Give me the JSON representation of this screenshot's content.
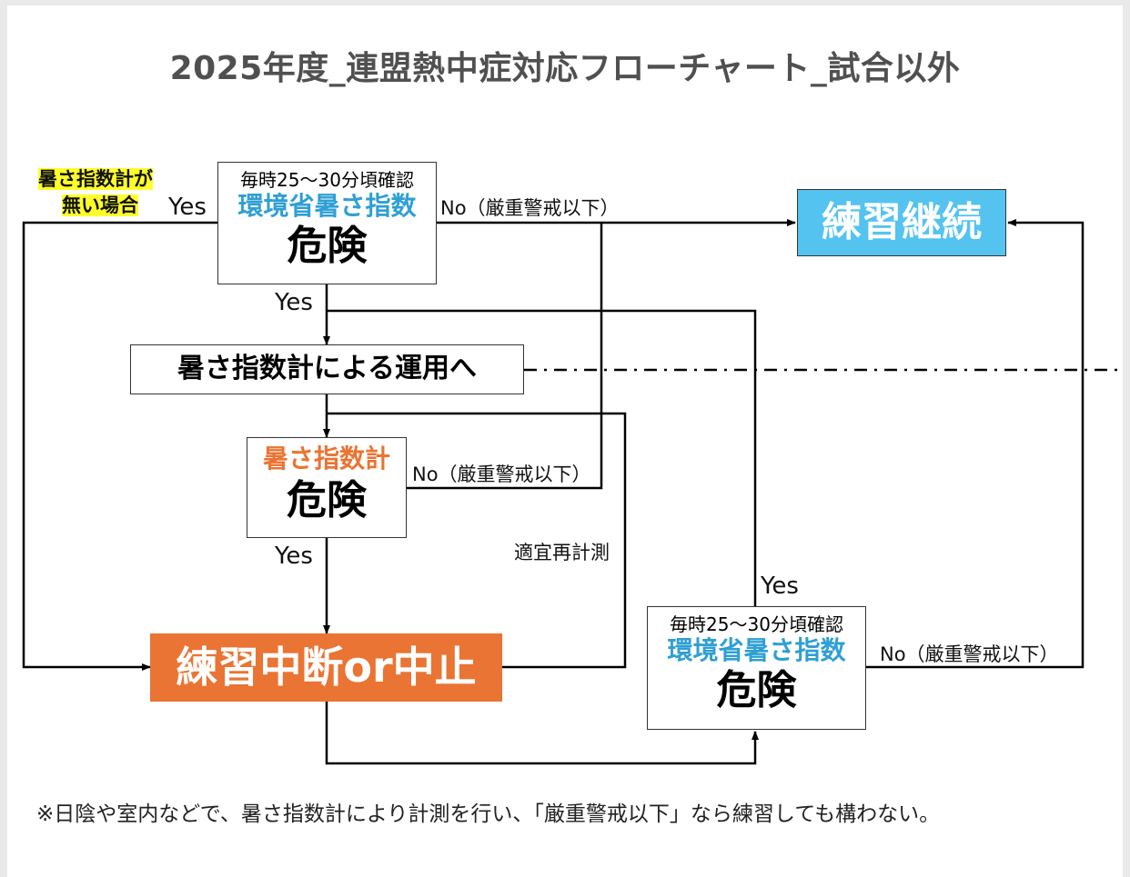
{
  "title": "2025年度_連盟熱中症対応フローチャート_試合以外",
  "no_meter_label": [
    "暑さ指数計が",
    "無い場合"
  ],
  "box_top": {
    "check": "毎時25〜30分頃確認",
    "index": "環境省暑さ指数",
    "danger": "危険"
  },
  "box_continue": "練習継続",
  "box_meter_op": "暑さ指数計による運用へ",
  "box_meter": {
    "index": "暑さ指数計",
    "danger": "危険"
  },
  "box_stop": "練習中断or中止",
  "box_bottom": {
    "check": "毎時25〜30分頃確認",
    "index": "環境省暑さ指数",
    "danger": "危険"
  },
  "labels": {
    "yes_left": "Yes",
    "no_top": "No（厳重警戒以下）",
    "yes_top_down": "Yes",
    "no_meter": "No（厳重警戒以下）",
    "yes_meter_down": "Yes",
    "remeasure": "適宜再計測",
    "yes_bottom": "Yes",
    "no_bottom": "No（厳重警戒以下）"
  },
  "footnote": "※日陰や室内などで、暑さ指数計により計測を行い、「厳重警戒以下」なら練習しても構わない。",
  "colors": {
    "continue_bg": "#55c3ef",
    "stop_bg": "#ea7433",
    "index_blue": "#2f9fd4",
    "meter_orange": "#ea7433",
    "highlight": "#ffff2a"
  }
}
